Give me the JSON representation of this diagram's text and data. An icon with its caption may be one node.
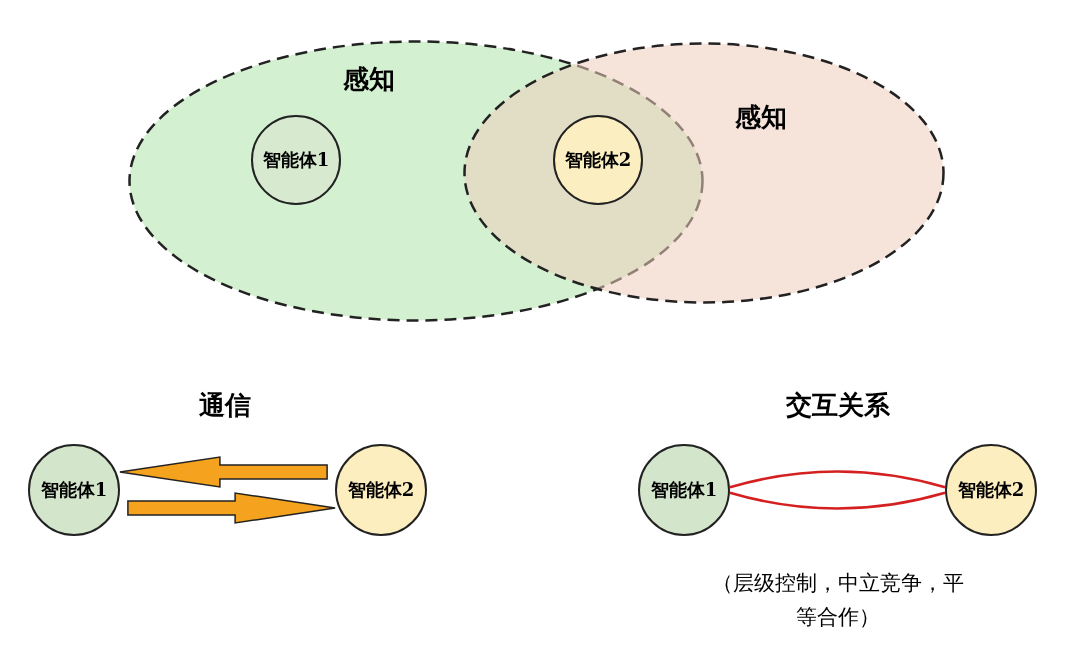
{
  "diagram": {
    "nodes": [
      {
        "text": [
          "感知"
        ]
      },
      {
        "text": [
          "感知"
        ]
      },
      {
        "text": [
          "智能体1"
        ],
        "in": 0
      },
      {
        "text": [
          "智能体2"
        ]
      },
      {
        "text": [
          "智能体1"
        ]
      },
      {
        "text": [
          "智能体2"
        ]
      },
      {
        "text": [
          "智能体1"
        ]
      },
      {
        "text": [
          "智能体2"
        ]
      }
    ],
    "edges": [
      {
        "from": 5,
        "to": 4,
        "arrow": "to",
        "style": "thick",
        "color": "#f5a21e"
      },
      {
        "from": 4,
        "to": 5,
        "arrow": "to",
        "style": "thick",
        "color": "#f5a21e"
      },
      {
        "from": 6,
        "to": 7,
        "arrow": "none",
        "color": "#d42020"
      },
      {
        "from": 6,
        "to": 7,
        "arrow": "none",
        "color": "#d42020"
      }
    ],
    "labels": [
      "通信",
      "交互关系",
      "（层级控制，中立竞争，平等合作）"
    ]
  }
}
